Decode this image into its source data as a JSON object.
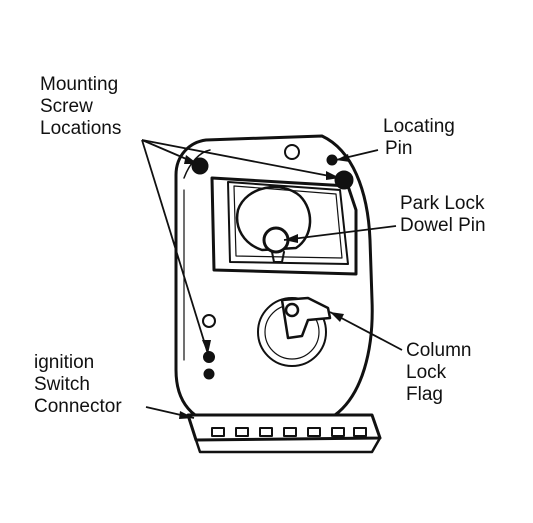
{
  "labels": {
    "mounting": [
      "Mounting",
      "Screw",
      "Locations"
    ],
    "locating": [
      "Locating",
      "Pin"
    ],
    "park_lock": [
      "Park Lock",
      "Dowel Pin"
    ],
    "column_lock": [
      "Column",
      "Lock",
      "Flag"
    ],
    "ignition": [
      "ignition",
      "Switch",
      "Connector"
    ]
  },
  "colors": {
    "ink": "#111111",
    "paper": "#ffffff"
  }
}
